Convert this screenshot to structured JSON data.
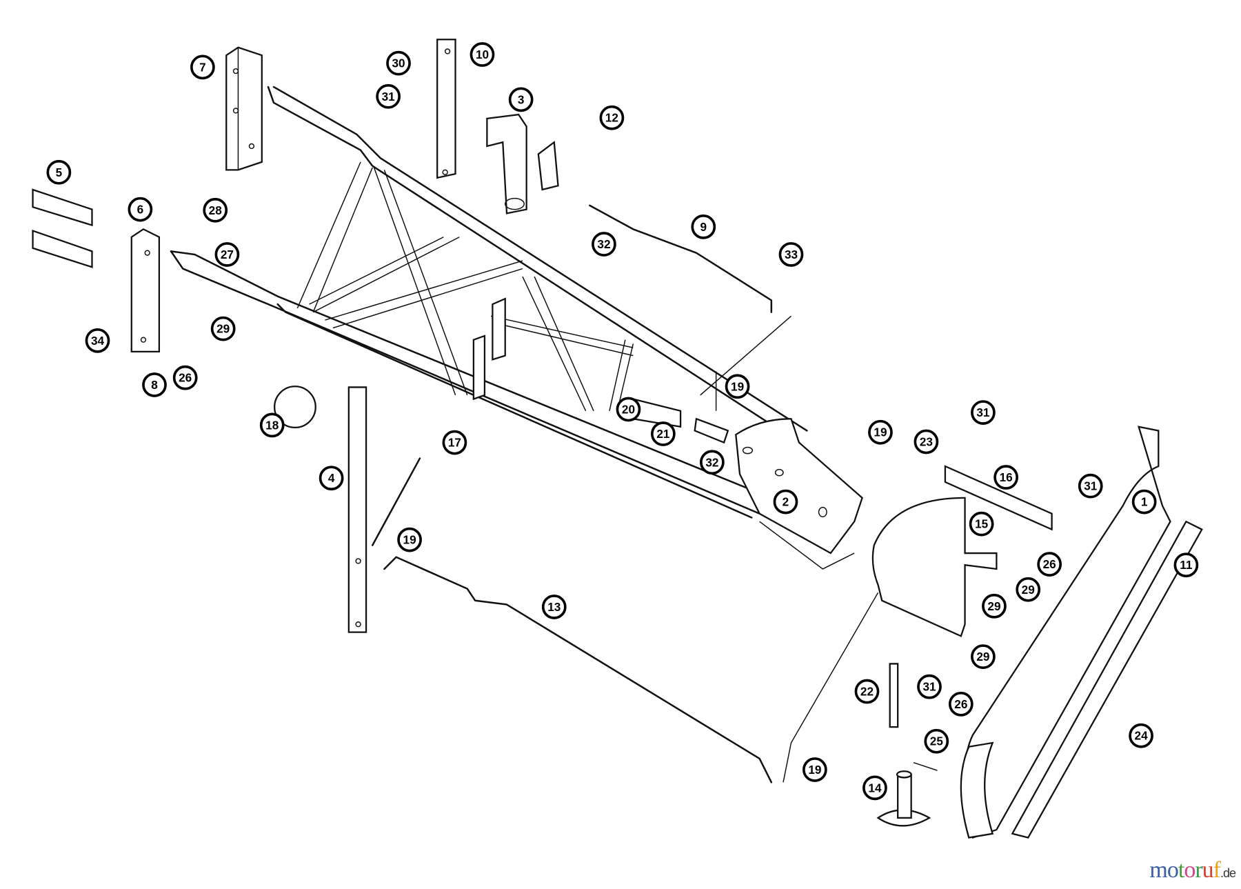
{
  "callouts": {
    "c1": "1",
    "c2": "2",
    "c3": "3",
    "c4": "4",
    "c5": "5",
    "c6": "6",
    "c7": "7",
    "c8": "8",
    "c9": "9",
    "c10": "10",
    "c11": "11",
    "c12": "12",
    "c13": "13",
    "c14": "14",
    "c15": "15",
    "c16": "16",
    "c17": "17",
    "c18": "18",
    "c19": "19",
    "c20": "20",
    "c21": "21",
    "c22": "22",
    "c23": "23",
    "c24": "24",
    "c25": "25",
    "c26": "26",
    "c27": "27",
    "c28": "28",
    "c29": "29",
    "c30": "30",
    "c31": "31",
    "c32": "32",
    "c33": "33",
    "c34": "34"
  },
  "watermark": {
    "letters": [
      "m",
      "o",
      "t",
      "o",
      "r",
      "u",
      "f"
    ],
    "suffix": ".de",
    "colors": [
      "#3a5fa8",
      "#3a5fa8",
      "#4a9a3a",
      "#d2448a",
      "#3a9a4a",
      "#d8402a",
      "#e8a020"
    ]
  }
}
